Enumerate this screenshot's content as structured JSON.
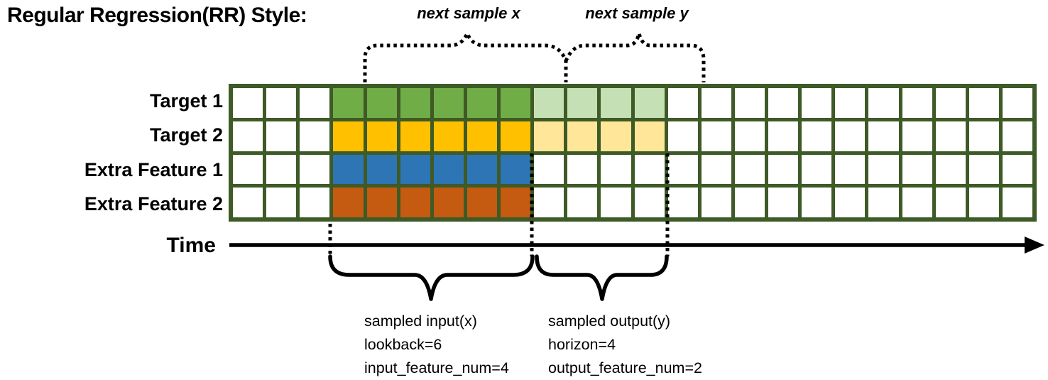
{
  "title": "Regular Regression(RR) Style:",
  "annotations": {
    "next_sample_x": "next sample x",
    "next_sample_y": "next sample y",
    "input_note_lines": [
      "sampled input(x)",
      "lookback=6",
      "input_feature_num=4"
    ],
    "output_note_lines": [
      "sampled output(y)",
      "horizon=4",
      "output_feature_num=2"
    ]
  },
  "time_axis": {
    "label": "Time"
  },
  "grid": {
    "num_columns": 24,
    "num_rows": 4,
    "input_columns": [
      4,
      9
    ],
    "output_columns": [
      10,
      13
    ],
    "rows": [
      {
        "label": "Target 1",
        "input_color": "#70ad47",
        "output_color": "#c5e0b4"
      },
      {
        "label": "Target 2",
        "input_color": "#ffc000",
        "output_color": "#ffe699"
      },
      {
        "label": "Extra Feature 1",
        "input_color": "#2e75b6",
        "output_color": null
      },
      {
        "label": "Extra Feature 2",
        "input_color": "#c55a11",
        "output_color": null
      }
    ],
    "cell_background": "#ffffff",
    "border_color": "#3e5a26"
  },
  "decoration": {
    "annotation_color": "#000000",
    "lookback": 6,
    "horizon": 4,
    "input_feature_num": 4,
    "output_feature_num": 2
  }
}
